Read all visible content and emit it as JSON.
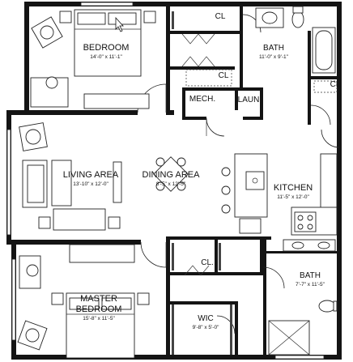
{
  "rooms": {
    "bedroom": {
      "name": "BEDROOM",
      "dim": "14'-0\" x 11'-1\""
    },
    "bath_top": {
      "name": "BATH",
      "dim": "11'-0\" x 9'-1\""
    },
    "closet_top": {
      "name": "CL"
    },
    "closet_mid": {
      "name": "CL"
    },
    "closet_right": {
      "name": "CL"
    },
    "mech": {
      "name": "MECH."
    },
    "laun": {
      "name": "LAUN"
    },
    "living": {
      "name": "LIVING AREA",
      "dim": "13'-10\" x 12'-0\""
    },
    "dining": {
      "name": "DINING AREA",
      "dim": "8'-5\" x 12'-5\""
    },
    "kitchen": {
      "name": "KITCHEN",
      "dim": "11'-5\" x 12'-0\""
    },
    "closet_bottom": {
      "name": "CL."
    },
    "master": {
      "name_line1": "MASTER",
      "name_line2": "BEDROOM",
      "dim": "15'-8\" x 11'-5\""
    },
    "bath_bottom": {
      "name": "BATH",
      "dim": "7'-7\" x 11'-5\""
    },
    "wic": {
      "name": "WIC",
      "dim": "9'-8\" x 5'-0\""
    }
  }
}
